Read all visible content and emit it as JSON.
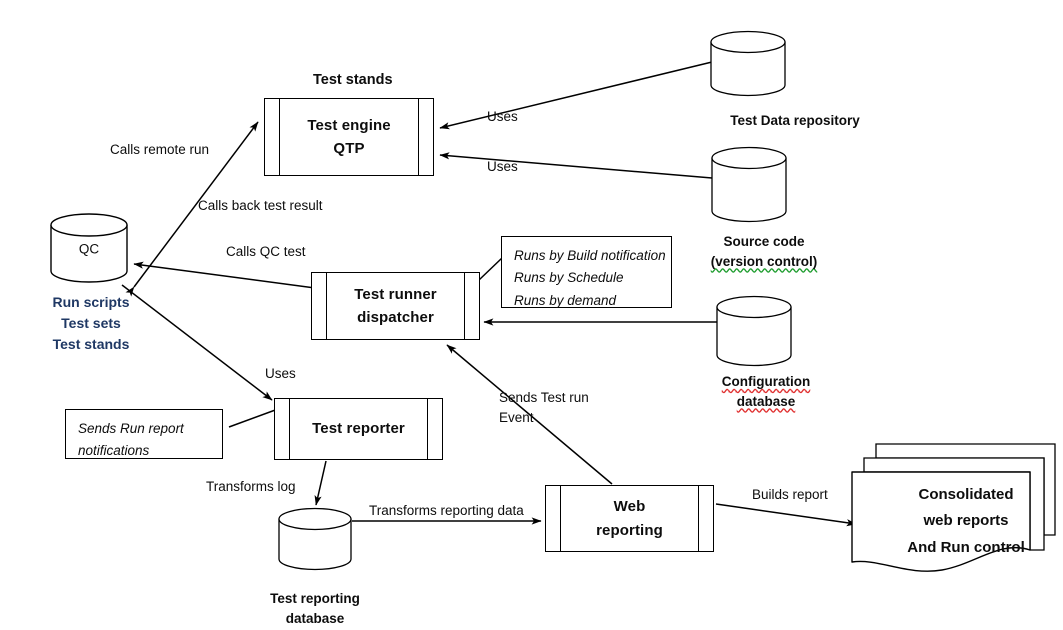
{
  "diagram": {
    "title_caption": "Test stands",
    "nodes": {
      "test_engine": {
        "line1": "Test engine",
        "line2": "QTP"
      },
      "test_runner_dispatcher": {
        "line1": "Test runner",
        "line2": "dispatcher"
      },
      "test_reporter": {
        "line1": "Test reporter"
      },
      "web_reporting": {
        "line1": "Web",
        "line2": "reporting"
      },
      "qc": {
        "label": "QC"
      },
      "test_data_repository": {
        "label": "Test Data repository"
      },
      "source_code": {
        "line1": "Source code",
        "line2": "(version control)"
      },
      "configuration_database": {
        "line1": "Configuration",
        "line2": "database"
      },
      "test_reporting_database": {
        "line1": "Test reporting",
        "line2": "database"
      },
      "consolidated_reports": {
        "line1": "Consolidated",
        "line2": "web reports",
        "line3": "And Run control"
      }
    },
    "annotations": {
      "qc_contents": {
        "line1": "Run scripts",
        "line2": "Test sets",
        "line3": "Test stands"
      },
      "dispatcher_note": {
        "line1": "Runs by Build notification",
        "line2": "Runs by Schedule",
        "line3": "Runs by demand"
      },
      "reporter_note": {
        "line1": "Sends Run report",
        "line2": "notifications"
      }
    },
    "edge_labels": {
      "calls_remote_run": "Calls remote run",
      "calls_back_test_result": "Calls back test result",
      "calls_qc_test": "Calls QC test",
      "uses_test_data": "Uses",
      "uses_source_code": "Uses",
      "uses_reporter": "Uses",
      "sends_test_run_event": {
        "line1": "Sends Test run",
        "line2": "Event"
      },
      "transforms_log": "Transforms log",
      "transforms_reporting_data": "Transforms reporting data",
      "builds_report": "Builds report"
    },
    "colors": {
      "stroke": "#000000",
      "text": "#0d0d0d",
      "accent_blue": "#1f3864",
      "spell_red": "#e03030",
      "spell_green": "#1f9d2f",
      "background": "#ffffff"
    }
  }
}
